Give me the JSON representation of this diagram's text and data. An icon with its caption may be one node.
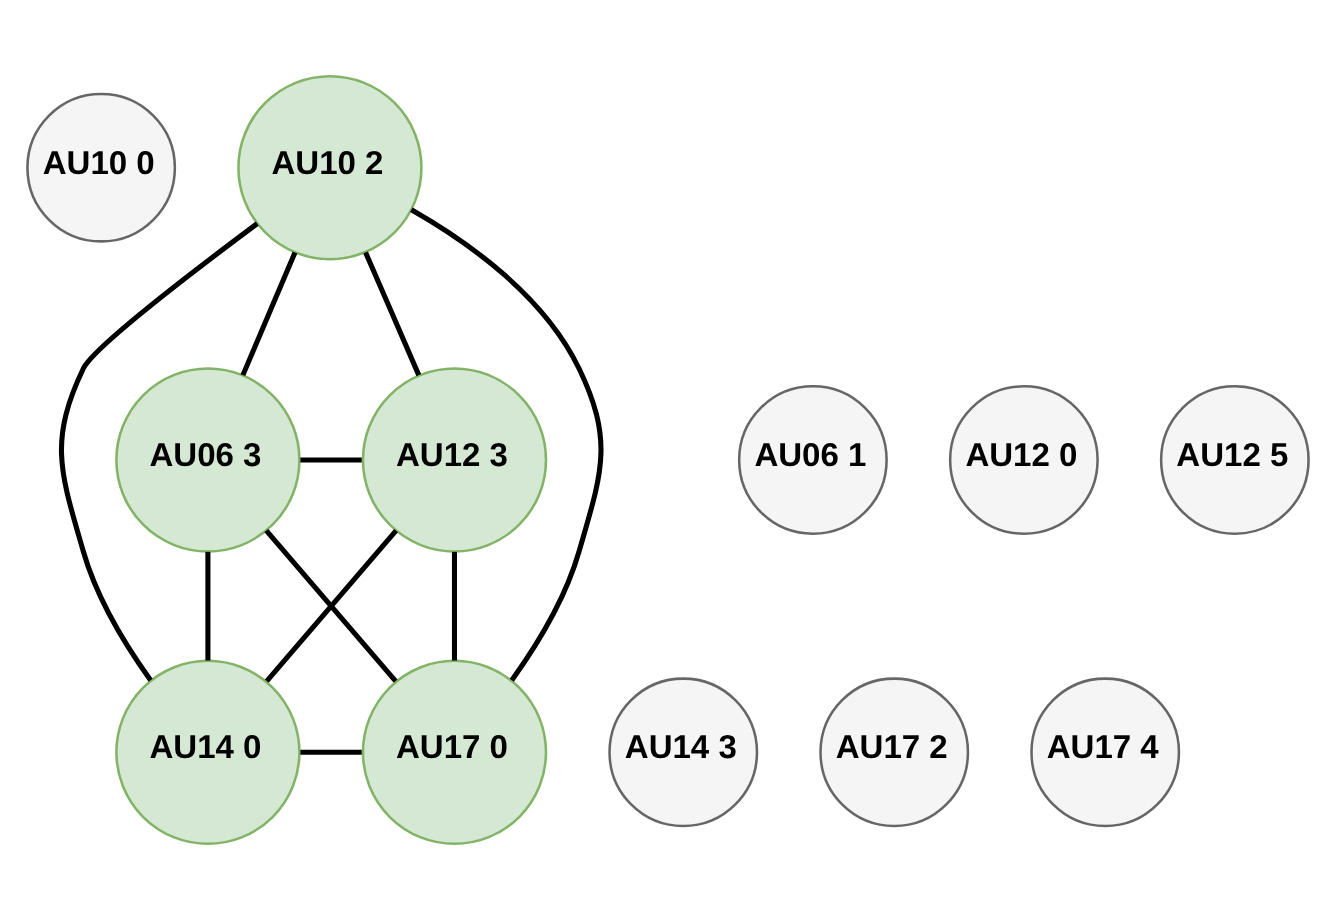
{
  "diagram": {
    "nodes": [
      {
        "text": [
          "AU10 0"
        ]
      },
      {
        "text": [
          "AU10 2"
        ]
      },
      {
        "text": [
          "AU06 1"
        ]
      },
      {
        "text": [
          "AU06 3"
        ]
      },
      {
        "text": [
          "AU12 3"
        ]
      },
      {
        "text": [
          "AU12 0"
        ]
      },
      {
        "text": [
          "AU12 5"
        ]
      },
      {
        "text": [
          "AU14 3"
        ]
      },
      {
        "text": [
          "AU14 0"
        ]
      },
      {
        "text": [
          "AU17 0"
        ]
      },
      {
        "text": [
          "AU17 2"
        ]
      },
      {
        "text": [
          "AU17 4"
        ]
      }
    ],
    "edges": [
      {
        "from": 1,
        "to": 3,
        "arrow": "none"
      },
      {
        "from": 1,
        "to": 4,
        "arrow": "none"
      },
      {
        "from": 1,
        "to": 8,
        "arrow": "none"
      },
      {
        "from": 1,
        "to": 9,
        "arrow": "none"
      },
      {
        "from": 3,
        "to": 4,
        "arrow": "none"
      },
      {
        "from": 3,
        "to": 9,
        "arrow": "none"
      },
      {
        "from": 3,
        "to": 8,
        "arrow": "none"
      },
      {
        "from": 4,
        "to": 8,
        "arrow": "none"
      },
      {
        "from": 4,
        "to": 9,
        "arrow": "none"
      },
      {
        "from": 8,
        "to": 9,
        "arrow": "none"
      }
    ]
  }
}
